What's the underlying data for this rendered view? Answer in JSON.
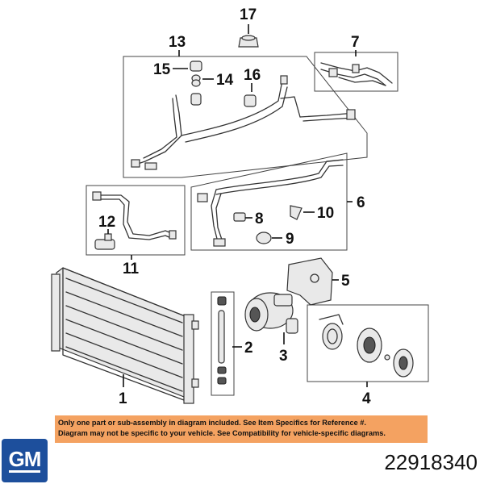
{
  "callouts": [
    "17",
    "13",
    "7",
    "15",
    "14",
    "16",
    "12",
    "8",
    "10",
    "6",
    "9",
    "11",
    "5",
    "2",
    "3",
    "1",
    "4"
  ],
  "notice": {
    "line1": "Only one part or sub-assembly in diagram included. See Item Specifics for Reference #.",
    "line2": "Diagram may not be specific to your vehicle. See Compatibility for vehicle-specific diagrams."
  },
  "brand": {
    "logo_text": "GM",
    "logo_color": "#1d4f9c"
  },
  "part_number": "22918340",
  "colors": {
    "notice_background": "#f4a261",
    "line_art": "#333333"
  }
}
